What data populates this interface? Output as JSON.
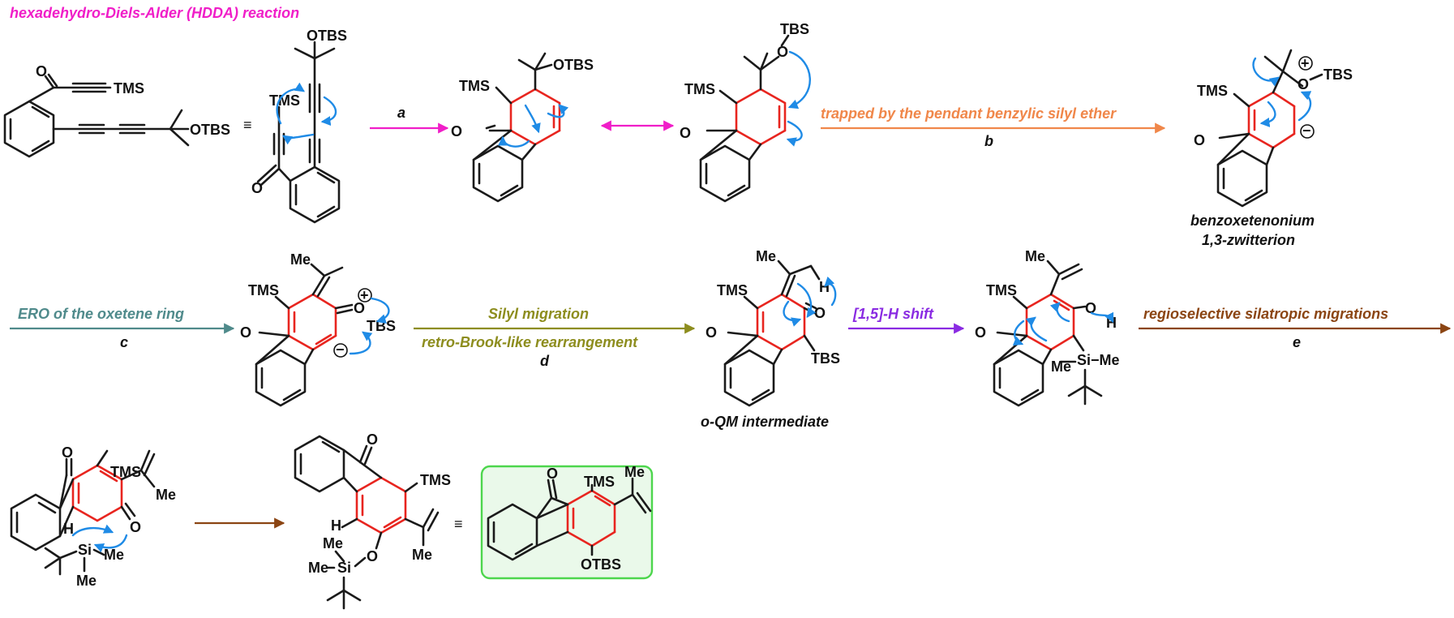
{
  "title": "hexadehydro-Diels-Alder (HDDA) reaction",
  "colors": {
    "title": "#f01ec8",
    "step_a": "#f01ec8",
    "step_b": "#f0874a",
    "step_c": "#4f8a8b",
    "step_d": "#8d8d1e",
    "step_15h": "#8a2be2",
    "step_e": "#8b4513",
    "curly_arrow": "#1f8be6",
    "new_ring": "#e8251f",
    "product_box": "#4dd64d"
  },
  "symbols": {
    "equiv": "≡"
  },
  "steps": {
    "a": {
      "letter": "a"
    },
    "b": {
      "above": "trapped by the pendant benzylic silyl ether",
      "letter": "b"
    },
    "c": {
      "above": "ERO of the oxetene ring",
      "letter": "c"
    },
    "d": {
      "above": "Silyl migration",
      "below": "retro-Brook-like rearrangement",
      "letter": "d"
    },
    "h15": {
      "above": "[1,5]-H shift"
    },
    "e": {
      "above": "regioselective silatropic migrations",
      "letter": "e"
    }
  },
  "captions": {
    "benzoxetenonium": "benzoxetenonium",
    "zwitterion": "1,3-zwitterion",
    "oqm": "o-QM intermediate"
  },
  "atoms": {
    "O": "O",
    "H": "H",
    "OH": "O",
    "TMS": "TMS",
    "OTBS": "OTBS",
    "TBS": "TBS",
    "Me": "Me",
    "Si": "Si",
    "SiMe": "Si−Me",
    "MeSi": "Me−Si",
    "OTBS_end": "OTBS"
  },
  "charges": {
    "plus": "+",
    "minus": "−"
  }
}
